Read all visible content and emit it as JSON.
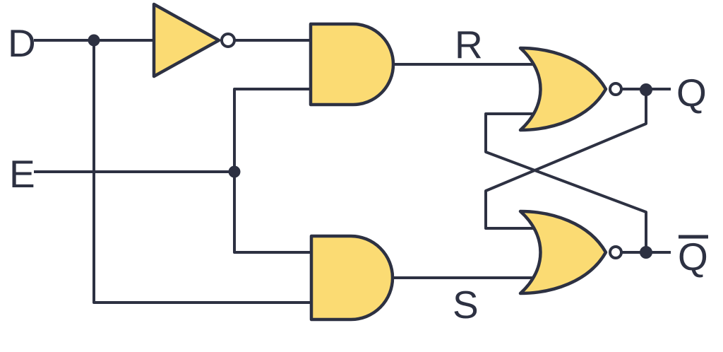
{
  "diagram": {
    "kind": "logic-circuit-diagram",
    "labels": {
      "d": "D",
      "e": "E",
      "r": "R",
      "s": "S",
      "q": "Q",
      "qbar": "Q",
      "qbar_has_overline": true
    },
    "colors": {
      "gate_fill": "#FBDB73",
      "line": "#2D3142",
      "bubble_fill": "#FFFFFF",
      "background": "#FFFFFF"
    },
    "gates": [
      {
        "id": "not1",
        "type": "NOT",
        "inputs": [
          "D"
        ],
        "output": "NOT-D"
      },
      {
        "id": "and1",
        "type": "AND",
        "inputs": [
          "NOT-D",
          "E"
        ],
        "output": "R"
      },
      {
        "id": "and2",
        "type": "AND",
        "inputs": [
          "E",
          "D"
        ],
        "output": "S"
      },
      {
        "id": "nor1",
        "type": "NOR",
        "inputs": [
          "R",
          "Qbar"
        ],
        "output": "Q"
      },
      {
        "id": "nor2",
        "type": "NOR",
        "inputs": [
          "Q",
          "S"
        ],
        "output": "Qbar"
      }
    ]
  }
}
